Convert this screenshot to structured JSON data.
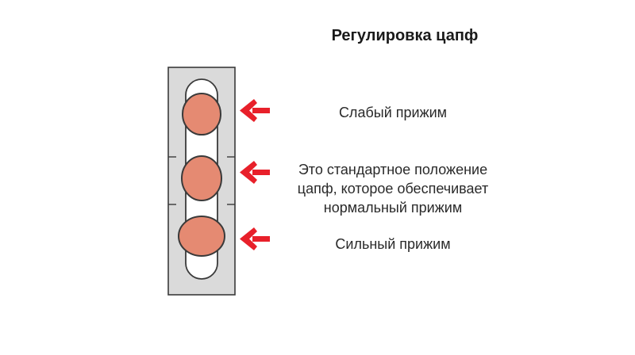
{
  "title": "Регулировка цапф",
  "labels": {
    "weak": "Слабый прижим",
    "standard_line1": "Это стандартное положение",
    "standard_line2": "цапф, которое обеспечивает",
    "standard_line3": "нормальный прижим",
    "strong": "Сильный прижим"
  },
  "colors": {
    "trunnion": "#e58a72",
    "trunnion_stroke": "#3a3a3a",
    "arrow": "#e8202a",
    "profile": "#dadada",
    "slot": "#ffffff"
  }
}
